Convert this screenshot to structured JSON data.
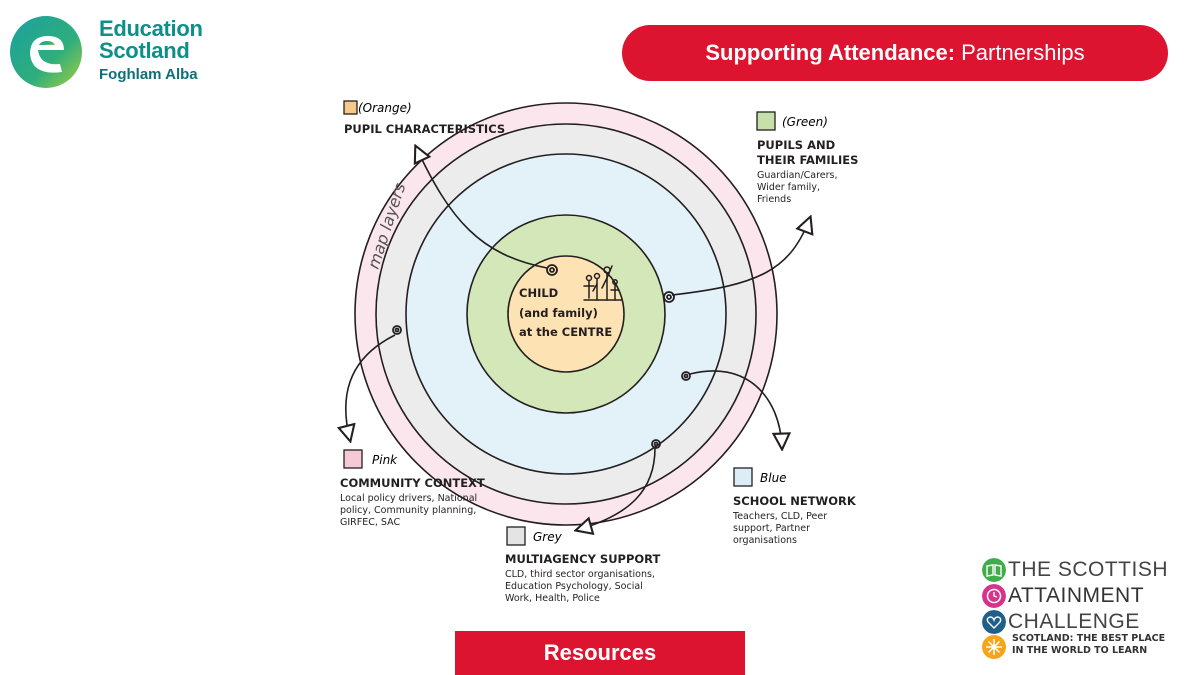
{
  "header": {
    "bold_title": "Supporting Attendance:",
    "subtitle": "Partnerships"
  },
  "logo": {
    "line1": "Education",
    "line2": "Scotland",
    "line3": "Foghlam Alba"
  },
  "diagram": {
    "layers_label": "map layers",
    "centre": {
      "line1": "CHILD",
      "line2": "(and family)",
      "line3": "at the CENTRE"
    },
    "legend": [
      {
        "key": "orange",
        "color_name": "(Orange)",
        "color": "#f7c88a",
        "title": "PUPIL CHARACTERISTICS",
        "desc": []
      },
      {
        "key": "green",
        "color_name": "(Green)",
        "color": "#c5e0a8",
        "title_lines": [
          "PUPILS AND",
          "THEIR FAMILIES"
        ],
        "desc": [
          "Guardian/Carers,",
          "Wider family,",
          "Friends"
        ]
      },
      {
        "key": "pink",
        "color_name": "Pink",
        "color": "#f6c9d6",
        "title": "COMMUNITY CONTEXT",
        "desc": [
          "Local policy drivers, National",
          "policy, Community planning,",
          "GIRFEC, SAC"
        ]
      },
      {
        "key": "grey",
        "color_name": "Grey",
        "color": "#e4e4e4",
        "title": "MULTIAGENCY SUPPORT",
        "desc": [
          "CLD, third sector organisations,",
          "Education Psychology, Social",
          "Work, Health, Police"
        ]
      },
      {
        "key": "blue",
        "color_name": "Blue",
        "color": "#dbeef8",
        "title": "SCHOOL NETWORK",
        "desc": [
          "Teachers, CLD, Peer",
          "support, Partner",
          "organisations"
        ]
      }
    ],
    "ring_colors": {
      "pink": "#fbe6ee",
      "grey": "#ececec",
      "blue": "#e3f1f9",
      "green": "#d3e7b8",
      "orange": "#fde3b3"
    }
  },
  "resources_button": "Resources",
  "sac_logo": {
    "line1": "THE SCOTTISH",
    "line2": "ATTAINMENT",
    "line3": "CHALLENGE",
    "tagline1": "SCOTLAND: THE BEST PLACE",
    "tagline2": "IN THE WORLD TO LEARN"
  }
}
